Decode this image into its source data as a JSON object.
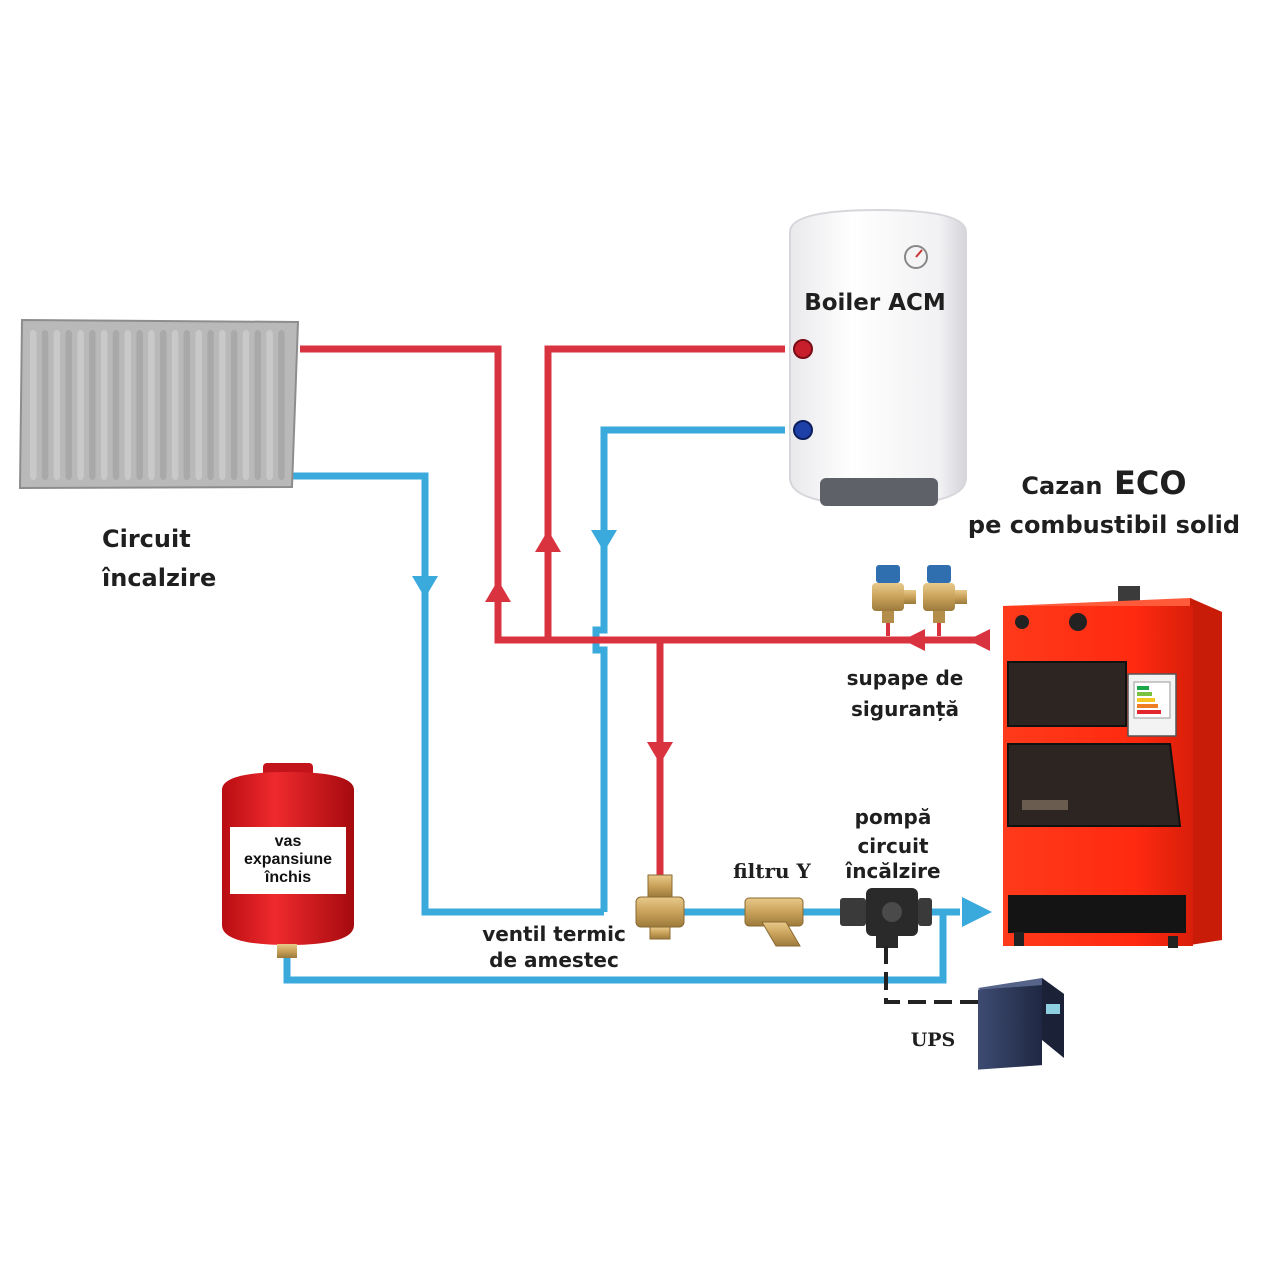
{
  "labels": {
    "boiler": "Boiler ACM",
    "circuit_line1": "Circuit",
    "circuit_line2": "încalzire",
    "cazan_prefix": "Cazan",
    "cazan_brand": "ECO",
    "cazan_line2": "pe combustibil solid",
    "supape_line1": "supape de",
    "supape_line2": "siguranță",
    "pompa_line1": "pompă",
    "pompa_line2": "circuit",
    "pompa_line3": "încălzire",
    "filtru": "filtru Y",
    "ventil_line1": "ventil termic",
    "ventil_line2": "de amestec",
    "vas_line1": "vas",
    "vas_line2": "expansiune",
    "vas_line3": "închis",
    "ups": "UPS"
  },
  "colors": {
    "hot_pipe": "#d9333f",
    "cold_pipe": "#3aa9dc",
    "boiler_body": "#ff2b12",
    "expansion_vessel": "#e3171c",
    "brass": "#c9a25a",
    "valve_blue": "#2f6fb0",
    "radiator": "#b8b8b8",
    "ups_body": "#2e3a5c"
  }
}
